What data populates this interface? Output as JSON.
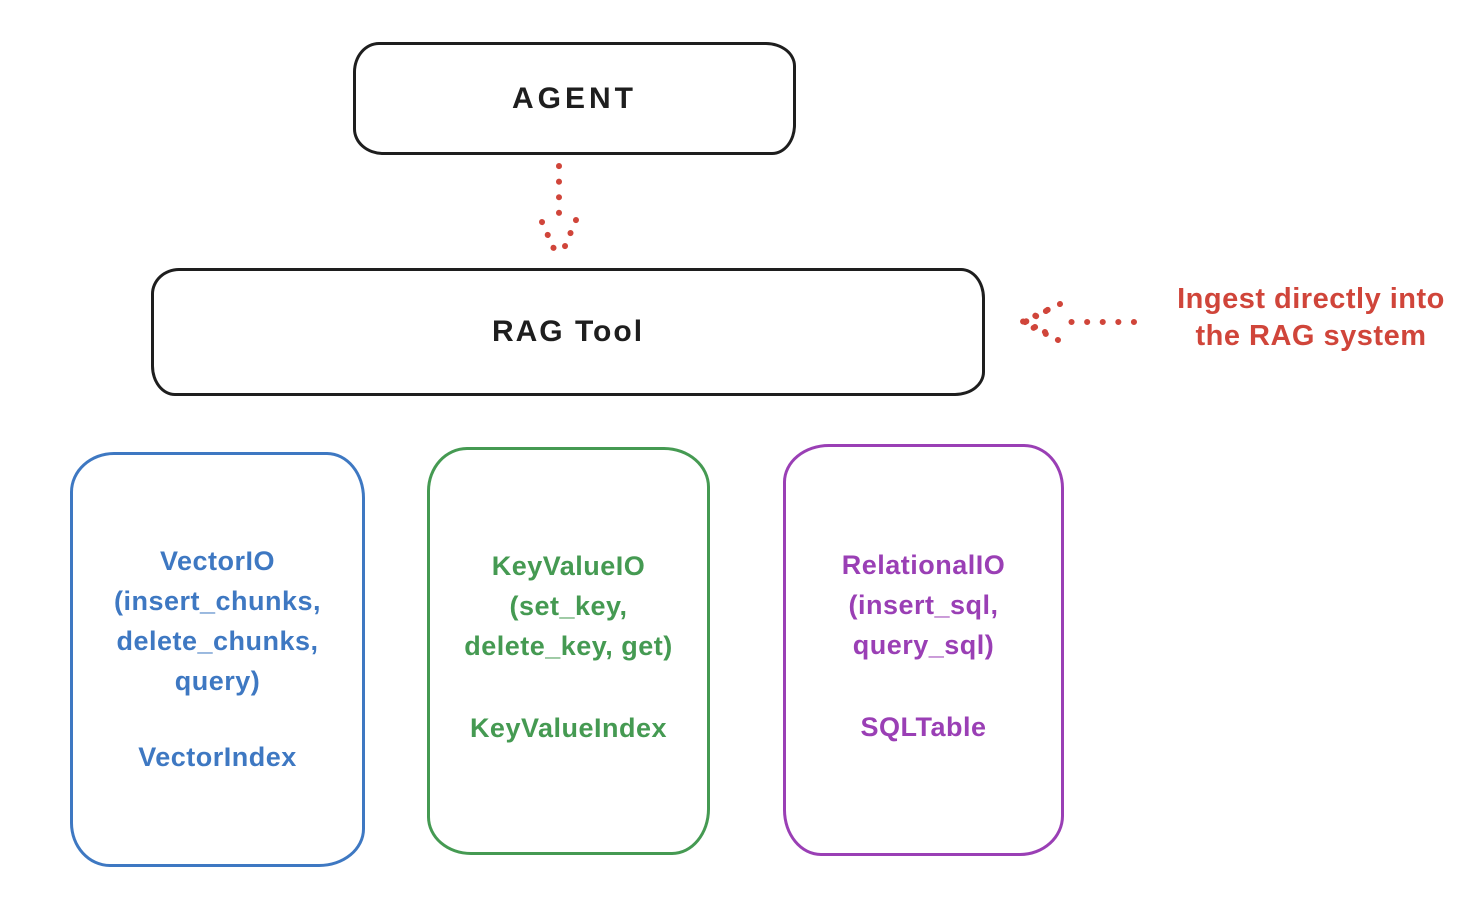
{
  "agent": {
    "label": "AGENT"
  },
  "rag_tool": {
    "label": "RAG Tool"
  },
  "annotation": {
    "line1": "Ingest directly into",
    "line2": "the RAG system"
  },
  "io_boxes": [
    {
      "name": "VectorIO",
      "color": "#3e78c2",
      "lines": [
        "VectorIO",
        "(insert_chunks,",
        "delete_chunks,",
        "query)"
      ],
      "footer": "VectorIndex"
    },
    {
      "name": "KeyValueIO",
      "color": "#459a52",
      "lines": [
        "KeyValueIO",
        "(set_key,",
        "delete_key, get)"
      ],
      "footer": "KeyValueIndex"
    },
    {
      "name": "RelationalIO",
      "color": "#9a3fb5",
      "lines": [
        "RelationalIO",
        "(insert_sql,",
        "query_sql)"
      ],
      "footer": "SQLTable"
    }
  ],
  "colors": {
    "stroke": "#1e1e1e",
    "arrow_red": "#d0453a",
    "vector_blue": "#3e78c2",
    "keyvalue_green": "#459a52",
    "relational_purple": "#9a3fb5",
    "background": "#ffffff"
  }
}
